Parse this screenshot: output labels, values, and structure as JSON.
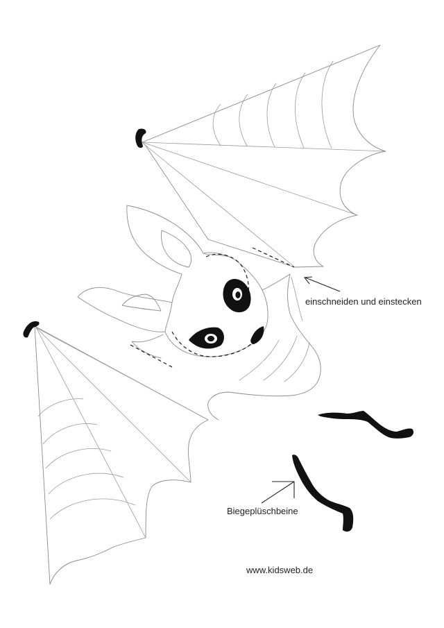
{
  "labels": {
    "cut_instruction": "einschneiden und einstecken",
    "bendable_legs": "Biegeplüschbeine",
    "website": "www.kidsweb.de"
  },
  "icons": {
    "upper_wing": "bat-wing-upper",
    "lower_wing": "bat-wing-lower",
    "body": "bat-head-body",
    "legs": "bat-leg-silhouettes",
    "arrows": "pointer-arrow"
  },
  "colors": {
    "outline": "#8a8a8a",
    "ink": "#111111",
    "text": "#222222",
    "paper": "#ffffff"
  }
}
